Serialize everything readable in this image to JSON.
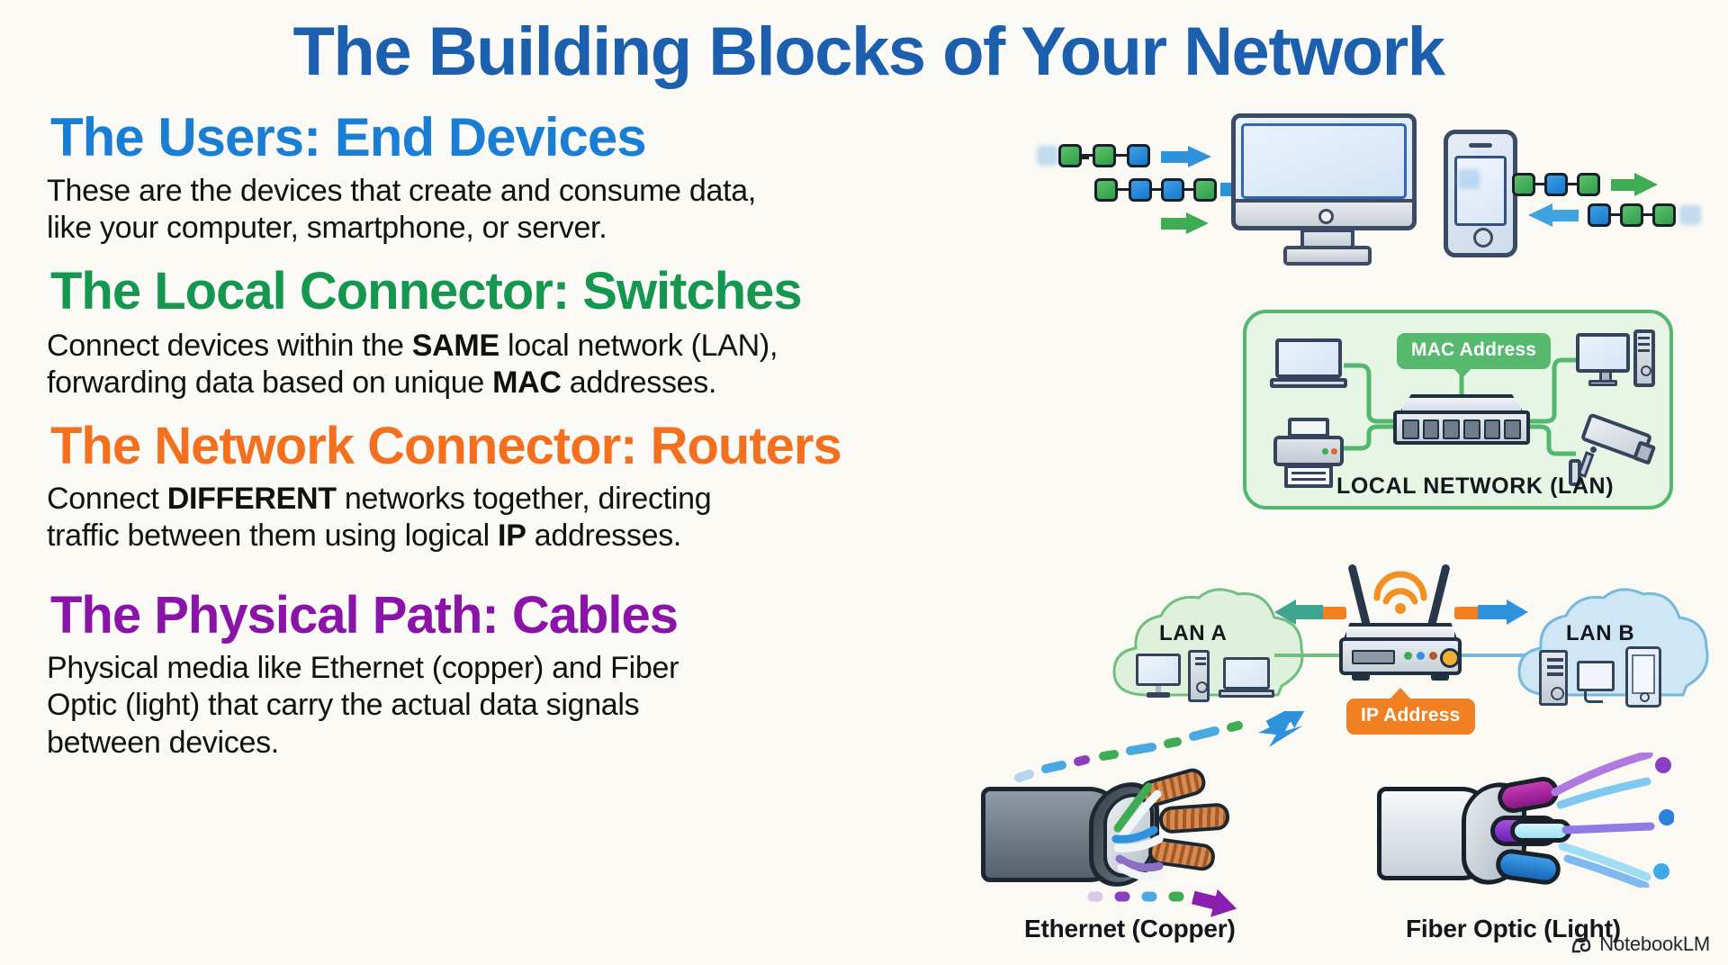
{
  "poster": {
    "title": "The Building Blocks of Your Network",
    "background_color": "#faf9f4"
  },
  "sections": [
    {
      "id": "devices",
      "heading": "The Users: End Devices",
      "heading_color": "#1a7fd4",
      "body_line1": "These are the devices that create and consume data,",
      "body_line2": "like your computer, smartphone, or server.",
      "illustration": {
        "name": "end-devices-illustration",
        "elements": [
          "data-packets",
          "desktop-monitor",
          "smartphone",
          "flow-arrows"
        ]
      }
    },
    {
      "id": "switches",
      "heading": "The Local Connector: Switches",
      "heading_color": "#15974f",
      "body_line1_pre": "Connect devices within the ",
      "body_line1_bold": "SAME",
      "body_line1_post": " local network (LAN),",
      "body_line2_pre": "forwarding data based on unique ",
      "body_line2_bold": "MAC",
      "body_line2_post": " addresses.",
      "illustration": {
        "name": "lan-switch-diagram",
        "badge": "MAC Address",
        "badge_color": "#56b96d",
        "caption": "LOCAL NETWORK (LAN)",
        "box_color": "#52b870",
        "devices": [
          "laptop",
          "printer",
          "switch",
          "desktop-pc",
          "security-camera"
        ]
      }
    },
    {
      "id": "routers",
      "heading": "The Network Connector: Routers",
      "heading_color": "#f4701f",
      "body_line1_pre": "Connect ",
      "body_line1_bold": "DIFFERENT",
      "body_line1_post": " networks together, directing",
      "body_line2_pre": "traffic between them using logical ",
      "body_line2_bold": "IP",
      "body_line2_post": " addresses.",
      "illustration": {
        "name": "router-diagram",
        "badge": "IP Address",
        "badge_color": "#f08022",
        "cloud_left_label": "LAN A",
        "cloud_left_color": "#dff0dc",
        "cloud_right_label": "LAN B",
        "cloud_right_color": "#cfe6f5",
        "devices": [
          "wifi-router",
          "desktop",
          "tower",
          "laptop",
          "server",
          "monitor",
          "tablet"
        ]
      }
    },
    {
      "id": "cables",
      "heading": "The Physical Path: Cables",
      "heading_color": "#8a14a8",
      "body_line1": "Physical media like Ethernet (copper) and Fiber",
      "body_line2": "Optic (light) that carry the actual data signals",
      "body_line3": "between devices.",
      "illustration": {
        "name": "cables-illustration",
        "caption_left": "Ethernet (Copper)",
        "caption_right": "Fiber Optic (Light)"
      }
    }
  ],
  "watermark": {
    "icon": "notebooklm-spiral-icon",
    "label": "NotebookLM"
  }
}
